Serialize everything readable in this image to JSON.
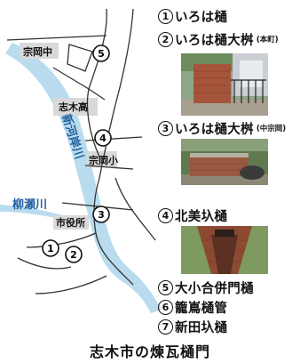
{
  "map": {
    "places": {
      "soka_naka": "宗岡中",
      "shiki_ko": "志木高",
      "soka_sho": "宗岡小",
      "shiyakusho": "市役所"
    },
    "rivers": {
      "shingashi": "新河岸川",
      "yanase": "柳瀬川"
    },
    "markers": [
      "1",
      "2",
      "3",
      "4",
      "5"
    ]
  },
  "legend": [
    {
      "num": "1",
      "text": "いろは樋",
      "loc": ""
    },
    {
      "num": "2",
      "text": "いろは樋大桝",
      "loc": "(本町)"
    },
    {
      "num": "3",
      "text": "いろは樋大桝",
      "loc": "(中宗岡)"
    },
    {
      "num": "4",
      "text": "北美圦樋",
      "loc": ""
    },
    {
      "num": "5",
      "text": "大小合併門樋",
      "loc": ""
    },
    {
      "num": "6",
      "text": "籠嶌樋管",
      "loc": ""
    },
    {
      "num": "7",
      "text": "新田圦樋",
      "loc": ""
    }
  ],
  "caption": "志木市の煉瓦樋門",
  "colors": {
    "river_fill": "#b8dcee",
    "river_text": "#1f5f9e",
    "place_block": "#d9d9d9",
    "road": "#333333"
  }
}
